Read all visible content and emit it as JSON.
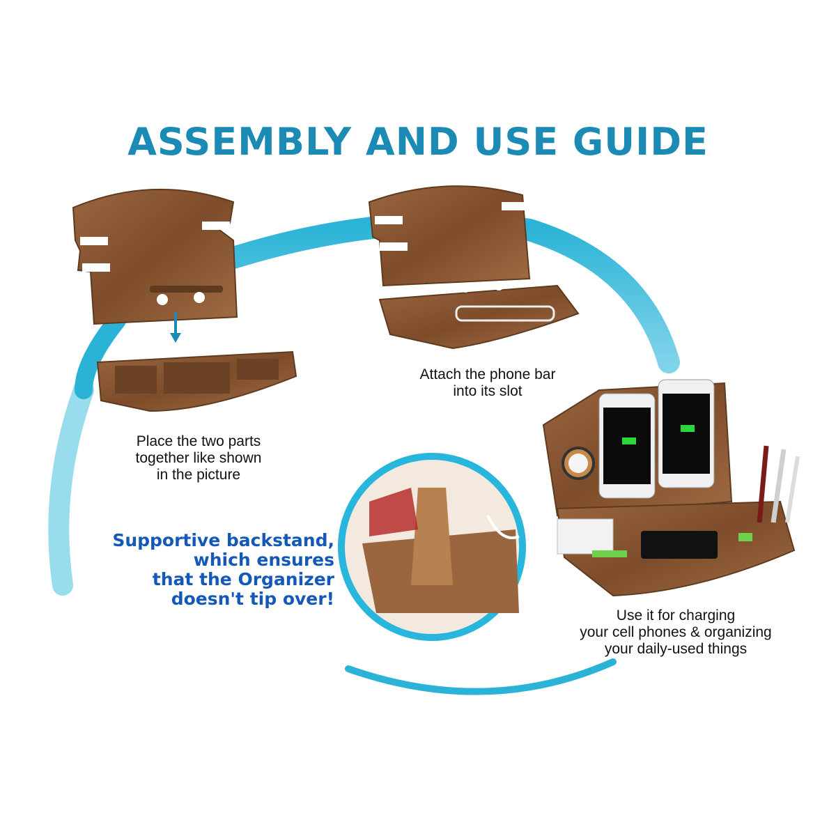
{
  "title": "ASSEMBLY AND USE GUIDE",
  "steps": [
    {
      "caption_lines": [
        "Place the two parts",
        "together like shown",
        "in the picture"
      ]
    },
    {
      "caption_lines": [
        "Attach the phone bar",
        "into its slot"
      ]
    },
    {
      "caption_lines": [
        "Use it for charging",
        "your cell phones & organizing",
        "your daily-used things"
      ]
    }
  ],
  "callout_lines": [
    "Supportive backstand,",
    "which ensures",
    "that the Organizer",
    "doesn't tip over!"
  ],
  "colors": {
    "title": "#1b8ab5",
    "callout": "#1559b8",
    "arc": "#2ab3d6",
    "wood": "#8a5632",
    "wood_dark": "#5e3a1f"
  }
}
